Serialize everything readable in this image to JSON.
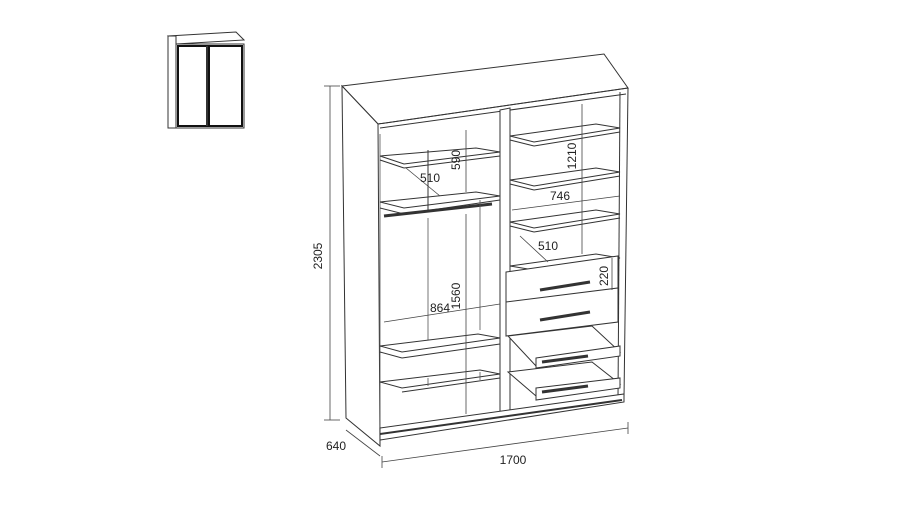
{
  "dimensions": {
    "height_total": "2305",
    "depth": "640",
    "width_total": "1700",
    "shelf_depth_left": "510",
    "shelf_gap_left": "590",
    "upper_right_height": "1210",
    "right_width": "746",
    "right_lower_depth": "510",
    "drawer_height": "220",
    "left_width": "864",
    "hanging_height": "1560"
  },
  "thumbnail": {
    "description_icon": "closed-wardrobe-icon"
  }
}
